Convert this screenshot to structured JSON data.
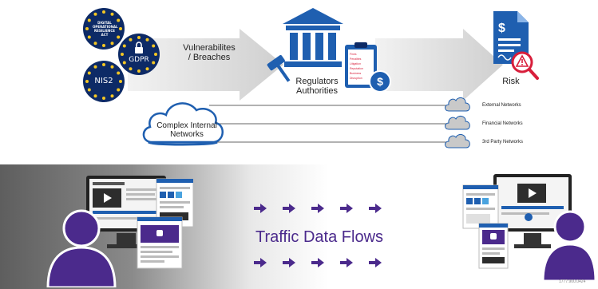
{
  "top": {
    "badges": [
      {
        "label": "DIGITAL OPERATIONAL RESILIENCE ACT",
        "icon": "eu-stars-badge-icon"
      },
      {
        "label": "GDPR",
        "icon": "lock-icon"
      },
      {
        "label": "NIS2",
        "icon": "eu-stars-badge-icon"
      }
    ],
    "arrow_label_1": "Vulnerabilites",
    "arrow_label_2": "/ Breaches",
    "regulators_line1": "Regulators",
    "regulators_line2": "Authorities",
    "risk_label": "Risk",
    "clipboard_lines": [
      "Fines",
      "Penalties",
      "Litigation",
      "Reputation",
      "Business",
      "Disruption"
    ]
  },
  "networks": {
    "internal_line1": "Complex Internal",
    "internal_line2": "Networks",
    "external": "External Networks",
    "financial": "Financial Networks",
    "third_party": "3rd Party Networks"
  },
  "bottom": {
    "flow_label": "Traffic Data Flows",
    "doc_id": "1777.900.0424"
  },
  "colors": {
    "blue": "#1f5fb0",
    "dark_navy": "#0d2a66",
    "purple": "#4b2a8c",
    "gray_arrow": "#d8d8d8",
    "alert_red": "#d81e3b"
  }
}
